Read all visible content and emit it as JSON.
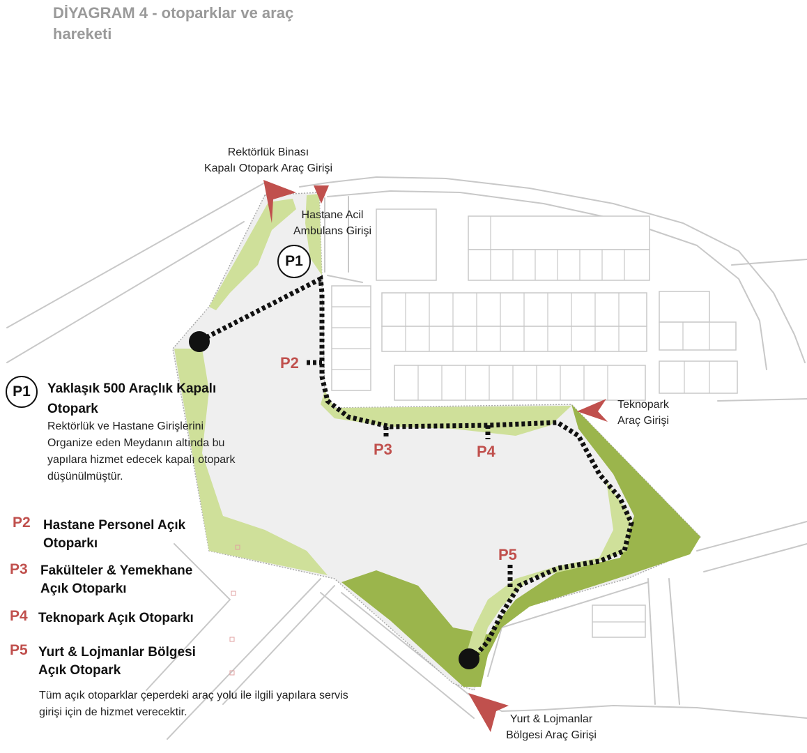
{
  "title": "DİYAGRAM 4 - otoparklar ve araç hareketi",
  "callouts": {
    "rektorluk": "Rektörlük Binası\nKapalı Otopark Araç Girişi",
    "hastane": "Hastane Acil\nAmbulans Girişi",
    "teknopark": "Teknopark\nAraç Girişi",
    "yurt": "Yurt & Lojmanlar\nBölgesi Araç Girişi"
  },
  "map_labels": {
    "p1": "P1",
    "p2": "P2",
    "p3": "P3",
    "p4": "P4",
    "p5": "P5"
  },
  "legend": {
    "p1_code": "P1",
    "p1_title": "Yaklaşık 500 Araçlık Kapalı Otopark",
    "p1_desc": "Rektörlük ve Hastane Girişlerini Organize eden Meydanın altında bu yapılara hizmet edecek kapalı otopark düşünülmüştür.",
    "p2_code": "P2",
    "p2_text": "Hastane Personel Açık Otoparkı",
    "p3_code": "P3",
    "p3_text": "Fakülteler & Yemekhane Açık Otoparkı",
    "p4_code": "P4",
    "p4_text": "Teknopark Açık Otoparkı",
    "p5_code": "P5",
    "p5_text": "Yurt & Lojmanlar Bölgesi Açık Otopark"
  },
  "note": "Tüm açık otoparklar çeperdeki araç yolu ile ilgili yapılara servis girişi için de hizmet verecektir.",
  "colors": {
    "accent_red": "#c0504d",
    "light_green": "#cfe09a",
    "dark_green": "#9bb54c",
    "site_gray": "#efefef",
    "road_line": "#c8c8c8"
  }
}
